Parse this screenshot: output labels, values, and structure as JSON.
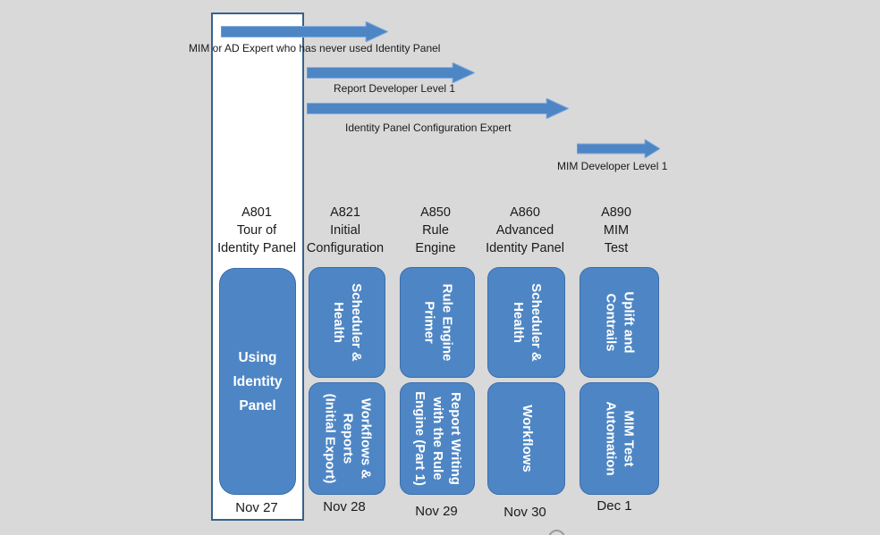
{
  "colors": {
    "background": "#d9d9d9",
    "shape_blue": "#4e86c5",
    "shape_border": "#3b6eac",
    "highlight_border": "#35628f",
    "text": "#1a1a1a",
    "box_text": "#ffffff"
  },
  "audience_arrows": [
    {
      "label": "MIM or AD Expert who has never used Identity Panel"
    },
    {
      "label": "Report Developer Level 1"
    },
    {
      "label": "Identity Panel Configuration Expert"
    },
    {
      "label": "MIM Developer Level 1"
    }
  ],
  "columns": [
    {
      "code": "A801",
      "title1": "Tour of",
      "title2": "Identity Panel",
      "date": "Nov 27",
      "main_box": {
        "l1": "Using",
        "l2": "Identity",
        "l3": "Panel"
      }
    },
    {
      "code": "A821",
      "title1": "Initial",
      "title2": "Configuration",
      "date": "Nov 28",
      "top_box": {
        "l1": "Scheduler &",
        "l2": "Health"
      },
      "bottom_box": {
        "l1": "Workflows &",
        "l2": "Reports",
        "l3": "(Initial Export)"
      }
    },
    {
      "code": "A850",
      "title1": "Rule",
      "title2": "Engine",
      "date": "Nov 29",
      "top_box": {
        "l1": "Rule Engine",
        "l2": "Primer"
      },
      "bottom_box": {
        "l1": "Report Writing",
        "l2": "with the Rule",
        "l3": "Engine (Part 1)"
      }
    },
    {
      "code": "A860",
      "title1": "Advanced",
      "title2": "Identity Panel",
      "date": "Nov 30",
      "top_box": {
        "l1": "Scheduler &",
        "l2": "Health"
      },
      "bottom_box": {
        "l1": "Workflows"
      }
    },
    {
      "code": "A890",
      "title1": "MIM",
      "title2": "Test",
      "date": "Dec 1",
      "top_box": {
        "l1": "Uplift and",
        "l2": "Contrails"
      },
      "bottom_box": {
        "l1": "MIM Test",
        "l2": "Automation"
      }
    }
  ]
}
